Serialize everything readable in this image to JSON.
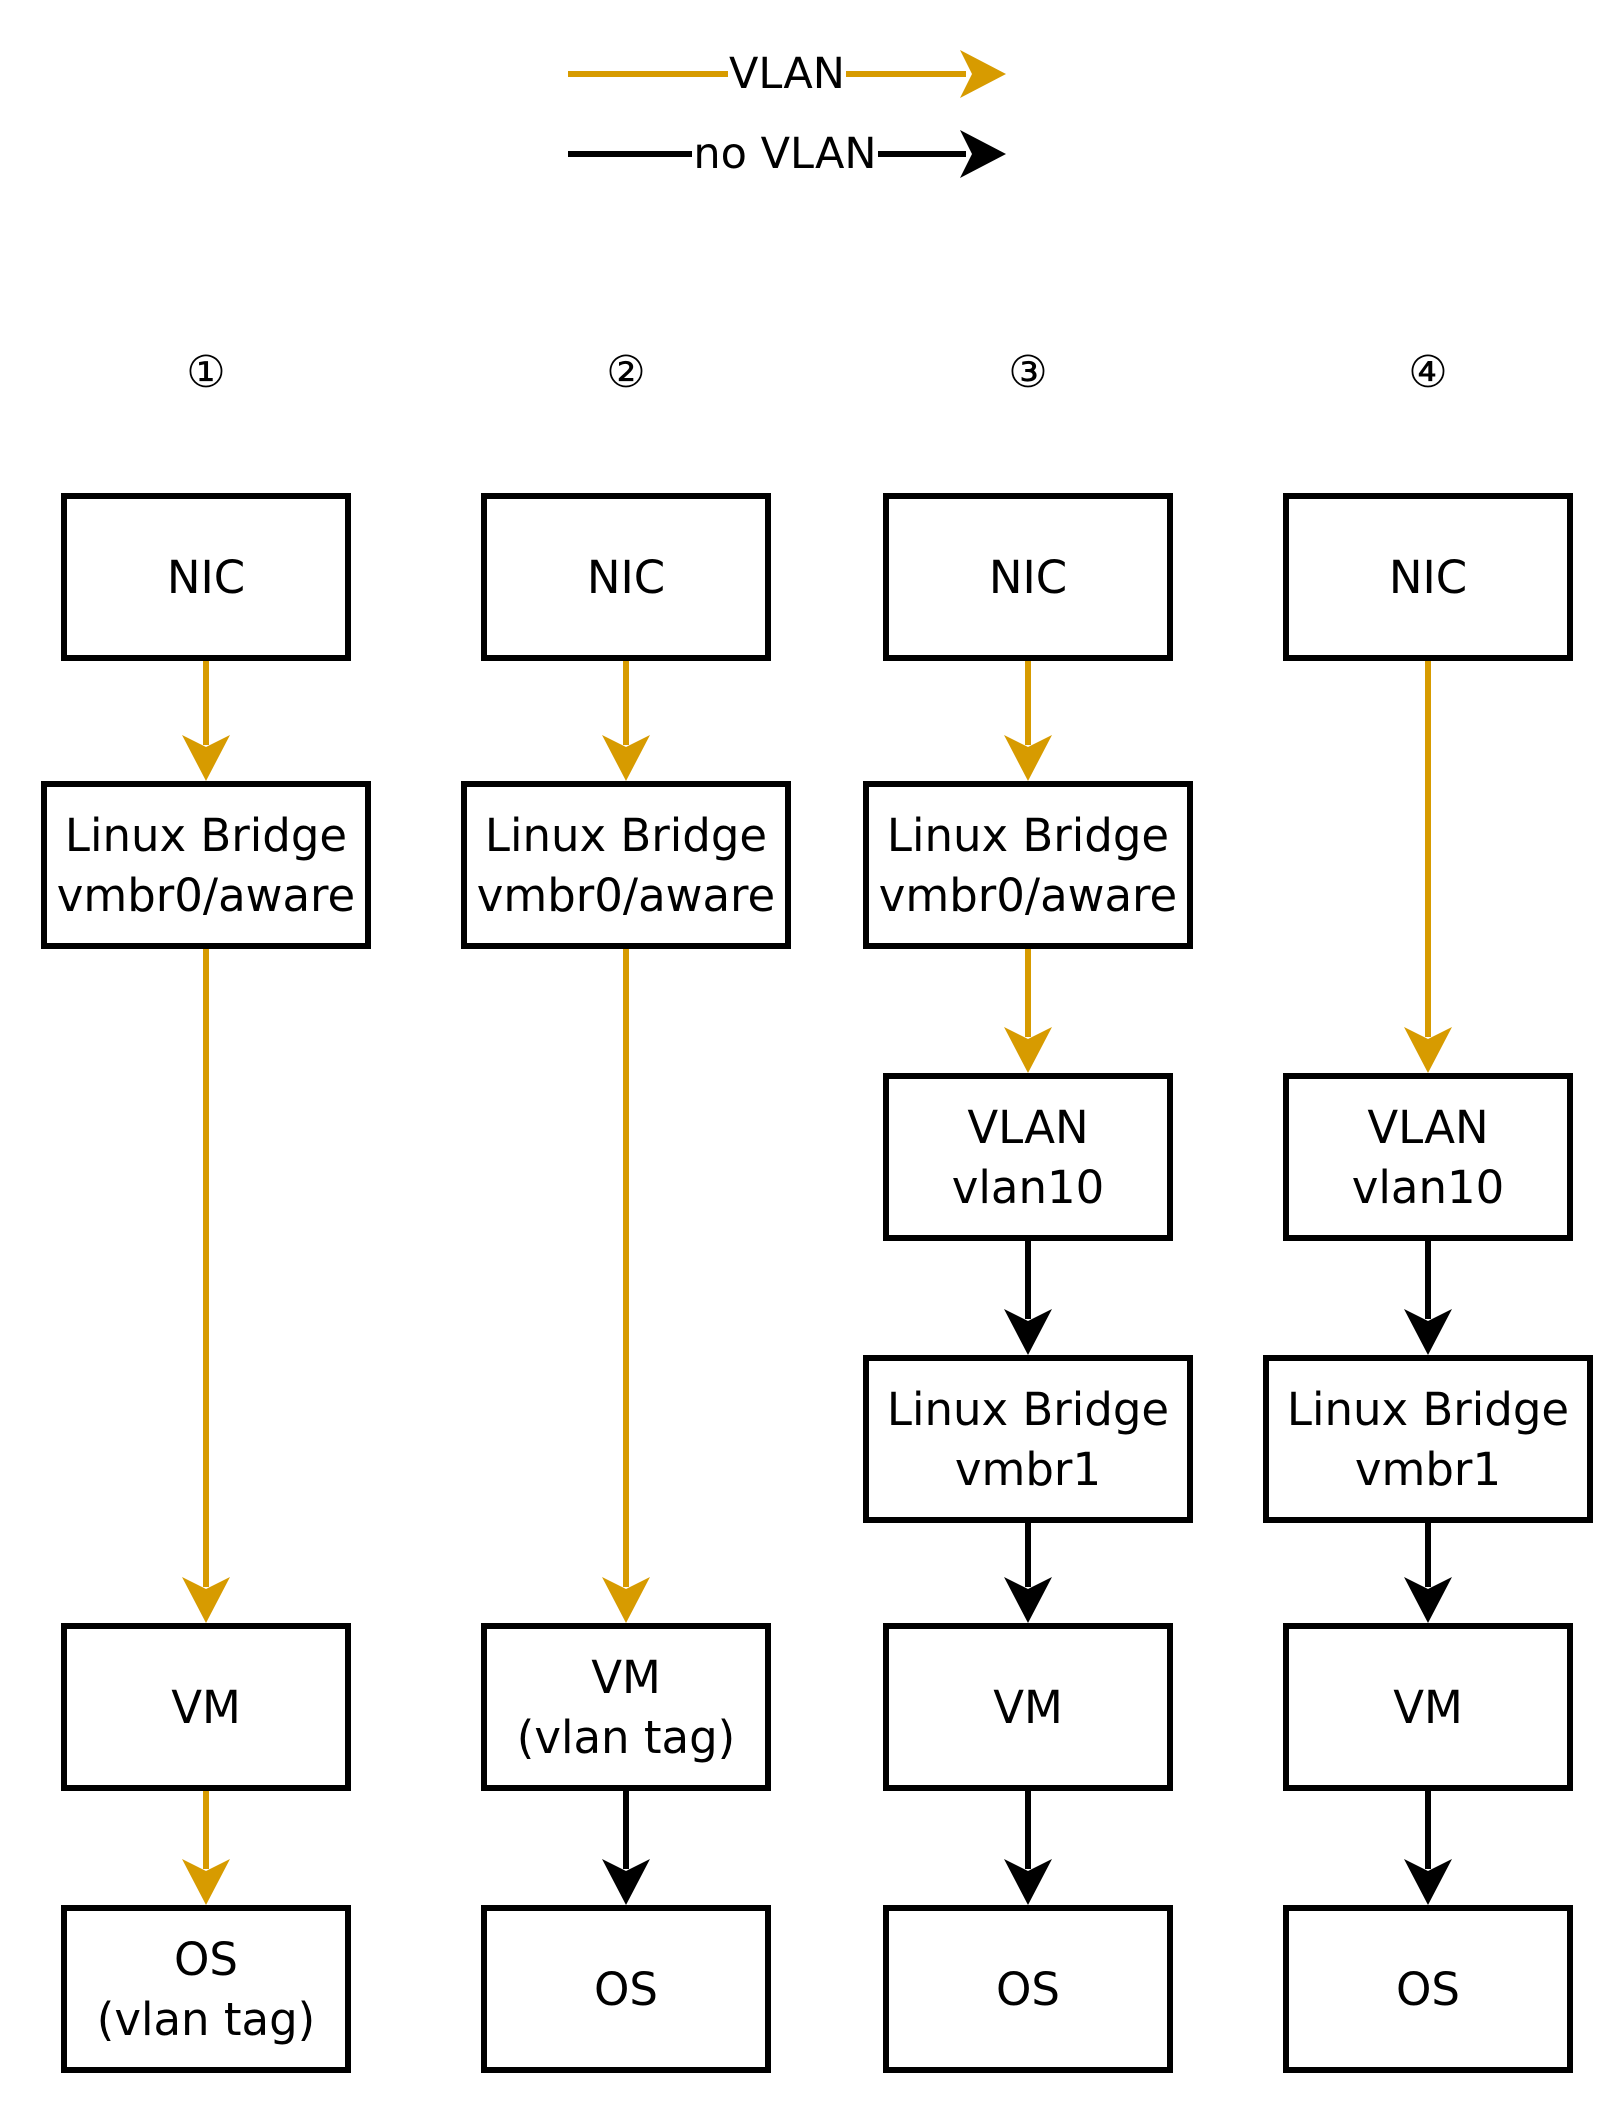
{
  "colors": {
    "vlan": "#d79b00",
    "no_vlan": "#000000",
    "box_stroke": "#000000",
    "box_fill": "#ffffff"
  },
  "legend": {
    "vlan": "VLAN",
    "no_vlan": "no VLAN"
  },
  "columns": [
    {
      "marker": "①",
      "nodes": [
        {
          "id": "c1-nic",
          "lines": [
            "NIC"
          ]
        },
        {
          "id": "c1-bridge",
          "lines": [
            "Linux Bridge",
            "vmbr0/aware"
          ]
        },
        {
          "id": "c1-vm",
          "lines": [
            "VM"
          ]
        },
        {
          "id": "c1-os",
          "lines": [
            "OS",
            "(vlan tag)"
          ]
        }
      ],
      "edges": [
        {
          "from": "c1-nic",
          "to": "c1-bridge",
          "type": "vlan"
        },
        {
          "from": "c1-bridge",
          "to": "c1-vm",
          "type": "vlan"
        },
        {
          "from": "c1-vm",
          "to": "c1-os",
          "type": "vlan"
        }
      ]
    },
    {
      "marker": "②",
      "nodes": [
        {
          "id": "c2-nic",
          "lines": [
            "NIC"
          ]
        },
        {
          "id": "c2-bridge",
          "lines": [
            "Linux Bridge",
            "vmbr0/aware"
          ]
        },
        {
          "id": "c2-vm",
          "lines": [
            "VM",
            "(vlan tag)"
          ]
        },
        {
          "id": "c2-os",
          "lines": [
            "OS"
          ]
        }
      ],
      "edges": [
        {
          "from": "c2-nic",
          "to": "c2-bridge",
          "type": "vlan"
        },
        {
          "from": "c2-bridge",
          "to": "c2-vm",
          "type": "vlan"
        },
        {
          "from": "c2-vm",
          "to": "c2-os",
          "type": "no_vlan"
        }
      ]
    },
    {
      "marker": "③",
      "nodes": [
        {
          "id": "c3-nic",
          "lines": [
            "NIC"
          ]
        },
        {
          "id": "c3-bridge0",
          "lines": [
            "Linux Bridge",
            "vmbr0/aware"
          ]
        },
        {
          "id": "c3-vlan",
          "lines": [
            "VLAN",
            "vlan10"
          ]
        },
        {
          "id": "c3-bridge1",
          "lines": [
            "Linux Bridge",
            "vmbr1"
          ]
        },
        {
          "id": "c3-vm",
          "lines": [
            "VM"
          ]
        },
        {
          "id": "c3-os",
          "lines": [
            "OS"
          ]
        }
      ],
      "edges": [
        {
          "from": "c3-nic",
          "to": "c3-bridge0",
          "type": "vlan"
        },
        {
          "from": "c3-bridge0",
          "to": "c3-vlan",
          "type": "vlan"
        },
        {
          "from": "c3-vlan",
          "to": "c3-bridge1",
          "type": "no_vlan"
        },
        {
          "from": "c3-bridge1",
          "to": "c3-vm",
          "type": "no_vlan"
        },
        {
          "from": "c3-vm",
          "to": "c3-os",
          "type": "no_vlan"
        }
      ]
    },
    {
      "marker": "④",
      "nodes": [
        {
          "id": "c4-nic",
          "lines": [
            "NIC"
          ]
        },
        {
          "id": "c4-vlan",
          "lines": [
            "VLAN",
            "vlan10"
          ]
        },
        {
          "id": "c4-bridge1",
          "lines": [
            "Linux Bridge",
            "vmbr1"
          ]
        },
        {
          "id": "c4-vm",
          "lines": [
            "VM"
          ]
        },
        {
          "id": "c4-os",
          "lines": [
            "OS"
          ]
        }
      ],
      "edges": [
        {
          "from": "c4-nic",
          "to": "c4-vlan",
          "type": "vlan"
        },
        {
          "from": "c4-vlan",
          "to": "c4-bridge1",
          "type": "no_vlan"
        },
        {
          "from": "c4-bridge1",
          "to": "c4-vm",
          "type": "no_vlan"
        },
        {
          "from": "c4-vm",
          "to": "c4-os",
          "type": "no_vlan"
        }
      ]
    }
  ]
}
